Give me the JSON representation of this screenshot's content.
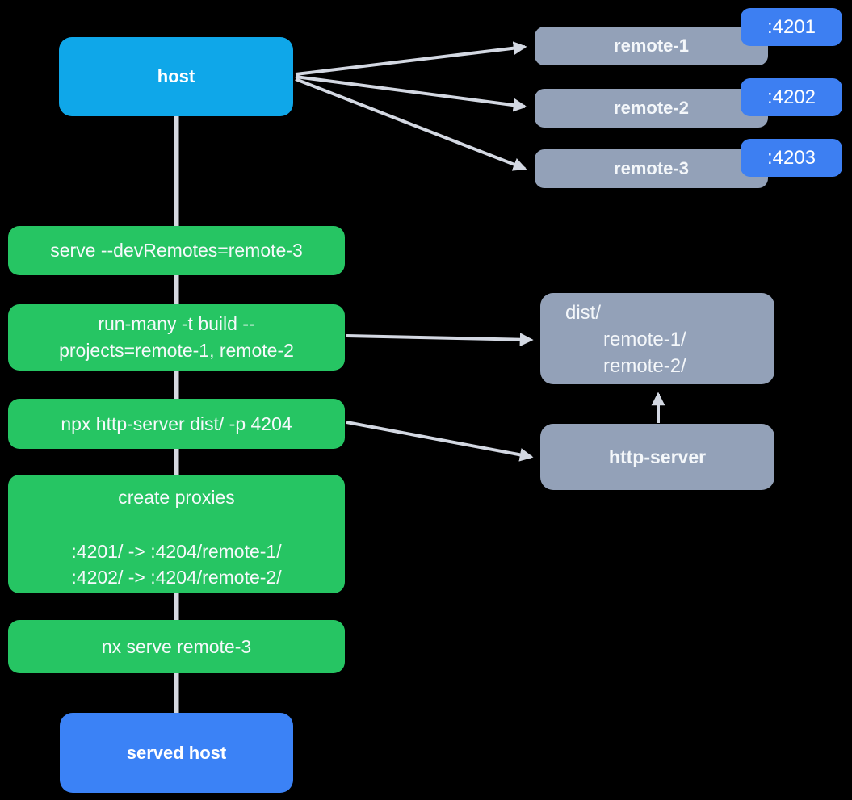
{
  "diagram_title": "host serve and build flow",
  "colors": {
    "background": "#000000",
    "host_blue": "#0FA7E9",
    "accent_blue": "#3D7FF2",
    "served_host_blue": "#3B82F6",
    "step_green": "#26C563",
    "node_gray_blue": "#93A1B8",
    "connector_gray": "#D3D8E2",
    "text_white": "#FFFFFF"
  },
  "host": {
    "label": "host"
  },
  "remotes": [
    {
      "label": "remote-1",
      "port": ":4201"
    },
    {
      "label": "remote-2",
      "port": ":4202"
    },
    {
      "label": "remote-3",
      "port": ":4203"
    }
  ],
  "steps": {
    "serve": {
      "label": "serve --devRemotes=remote-3"
    },
    "build": {
      "line1": "run-many -t build --",
      "line2": "projects=remote-1, remote-2"
    },
    "http": {
      "label": "npx http-server dist/ -p 4204"
    },
    "proxies": {
      "title": "create proxies",
      "rule1": ":4201/ -> :4204/remote-1/",
      "rule2": ":4202/ -> :4204/remote-2/"
    },
    "nx_serve": {
      "label": "nx serve remote-3"
    }
  },
  "dist": {
    "line1": "dist/",
    "line2": "remote-1/",
    "line3": "remote-2/"
  },
  "http_server": {
    "label": "http-server"
  },
  "served_host": {
    "label": "served host"
  }
}
